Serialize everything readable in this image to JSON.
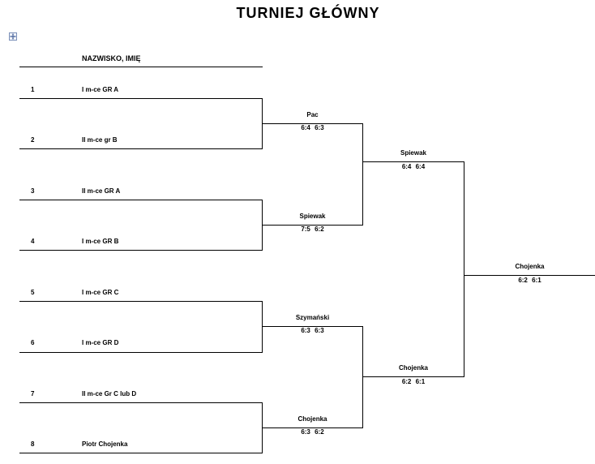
{
  "title": "TURNIEJ GŁÓWNY",
  "header": "NAZWISKO, IMIĘ",
  "icons": {
    "table_handle": "move-arrows-icon"
  },
  "draw": [
    {
      "seed": "1",
      "name": "I m-ce GR  A"
    },
    {
      "seed": "2",
      "name": "II m-ce gr B"
    },
    {
      "seed": "3",
      "name": "II m-ce GR  A"
    },
    {
      "seed": "4",
      "name": "I m-ce GR B"
    },
    {
      "seed": "5",
      "name": "I m-ce GR C"
    },
    {
      "seed": "6",
      "name": "I m-ce GR D"
    },
    {
      "seed": "7",
      "name": "II m-ce Gr C lub D"
    },
    {
      "seed": "8",
      "name": "Piotr Chojenka"
    }
  ],
  "round2": [
    {
      "winner": "Pac",
      "score": "6:4  6:3"
    },
    {
      "winner": "Spiewak",
      "score": "7:5  6:2"
    },
    {
      "winner": "Szymański",
      "score": "6:3  6:3"
    },
    {
      "winner": "Chojenka",
      "score": "6:3  6:2"
    }
  ],
  "semifinals": [
    {
      "winner": "Spiewak",
      "score": "6:4  6:4"
    },
    {
      "winner": "Chojenka",
      "score": "6:2  6:1"
    }
  ],
  "final": {
    "winner": "Chojenka",
    "score": "6:2  6:1"
  }
}
